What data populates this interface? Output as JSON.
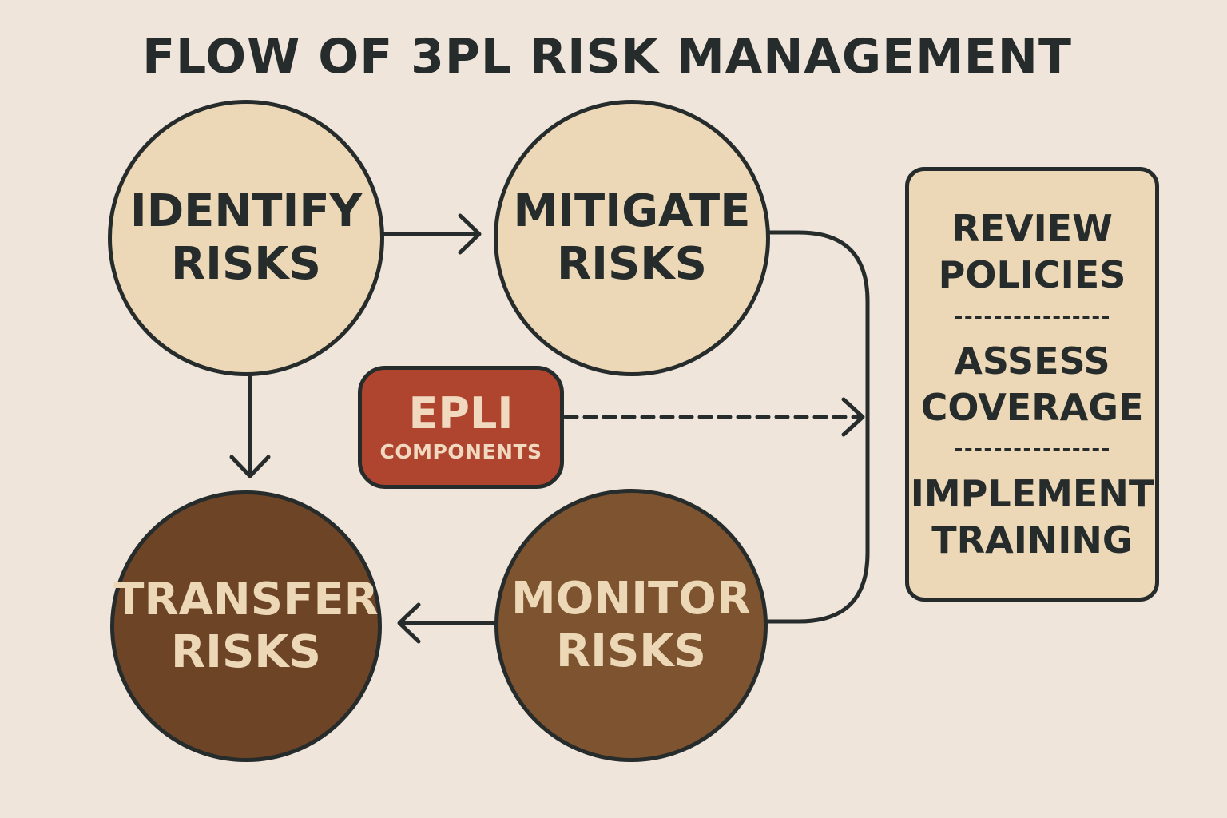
{
  "title": "FLOW OF 3PL RISK MANAGEMENT",
  "nodes": {
    "identify": {
      "line1": "IDENTIFY",
      "line2": "RISKS"
    },
    "mitigate": {
      "line1": "MITIGATE",
      "line2": "RISKS"
    },
    "transfer": {
      "line1": "TRANSFER",
      "line2": "RISKS"
    },
    "monitor": {
      "line1": "MONITOR",
      "line2": "RISKS"
    }
  },
  "epli": {
    "main": "EPLI",
    "sub": "COMPONENTS"
  },
  "steps_box": {
    "items": [
      {
        "line1": "REVIEW",
        "line2": "POLICIES"
      },
      {
        "line1": "ASSESS",
        "line2": "COVERAGE"
      },
      {
        "line1": "IMPLEMENT",
        "line2": "TRAINING"
      }
    ]
  },
  "colors": {
    "background": "#efe5da",
    "outline": "#262b2b",
    "light_fill": "#ecd8b6",
    "dark_fill": "#6e4426",
    "medium_dark_fill": "#7d5330",
    "epli_fill": "#b0452f"
  }
}
